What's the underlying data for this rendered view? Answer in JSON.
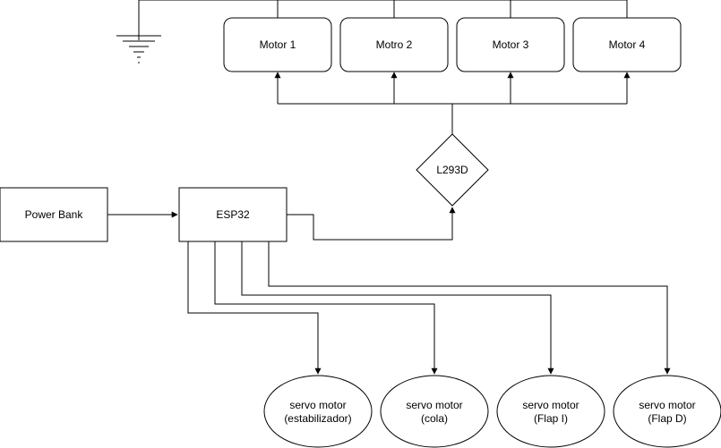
{
  "diagram": {
    "nodes": {
      "motor1": "Motor 1",
      "motor2": "Motro 2",
      "motor3": "Motor 3",
      "motor4": "Motor 4",
      "driver": "L293D",
      "power_bank": "Power Bank",
      "esp32": "ESP32",
      "servo_estabilizador": [
        "servo motor",
        "(estabilizador)"
      ],
      "servo_cola": [
        "servo motor",
        "(cola)"
      ],
      "servo_flap_i": [
        "servo motor",
        "(Flap I)"
      ],
      "servo_flap_d": [
        "servo motor",
        "(Flap D)"
      ]
    },
    "ground_symbol": "ground-icon",
    "colors": {
      "stroke": "#000000",
      "fill": "#ffffff"
    }
  }
}
